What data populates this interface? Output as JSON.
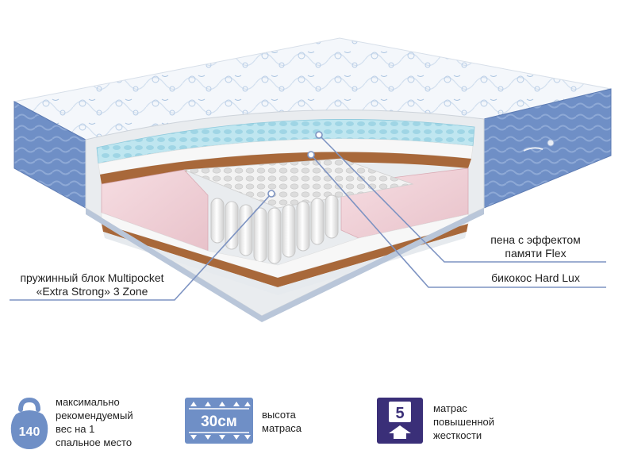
{
  "callouts": {
    "memory_foam": {
      "line1": "пена с эффектом",
      "line2": "памяти Flex"
    },
    "bicoconut": {
      "line1": "бикокос Hard Lux"
    },
    "spring_block": {
      "line1": "пружинный блок Multipocket",
      "line2": "«Extra Strong» 3 Zone"
    }
  },
  "features": {
    "max_weight": {
      "badge": "140",
      "lines": [
        "максимально",
        "рекомендуемый",
        "вес на 1",
        "спальное место"
      ]
    },
    "height": {
      "badge": "30см",
      "lines": [
        "высота",
        "матраса"
      ]
    },
    "firmness": {
      "badge": "5",
      "lines": [
        "матрас",
        "повышенной",
        "жесткости"
      ]
    }
  },
  "colors": {
    "cover_white": "#f4f7fb",
    "cover_pattern": "#a9c3e0",
    "side_blue": "#6f8fc6",
    "foam_pink": "#f0d2d8",
    "memory_foam_cyan": "#bfe6f0",
    "coconut_brown": "#a8683a",
    "callout_line": "#7d93c2",
    "weight_badge": "#6f8fc6",
    "height_badge": "#6f8fc6",
    "firmness_badge": "#3a2f78"
  }
}
